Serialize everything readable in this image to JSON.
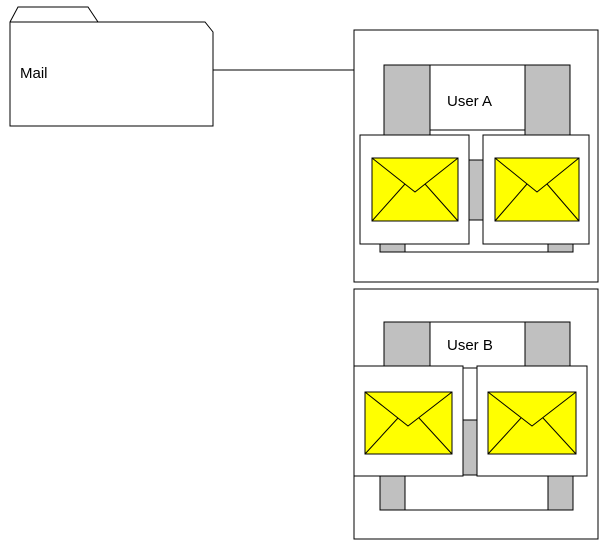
{
  "folder": {
    "label": "Mail"
  },
  "panels": [
    {
      "user_label": "User A"
    },
    {
      "user_label": "User B"
    }
  ],
  "colors": {
    "background": "#ffffff",
    "stroke": "#000000",
    "gray_block": "#c0c0c0",
    "envelope_fill": "#ffff00"
  },
  "icons": [
    "folder-icon",
    "mail-envelope-icon"
  ]
}
